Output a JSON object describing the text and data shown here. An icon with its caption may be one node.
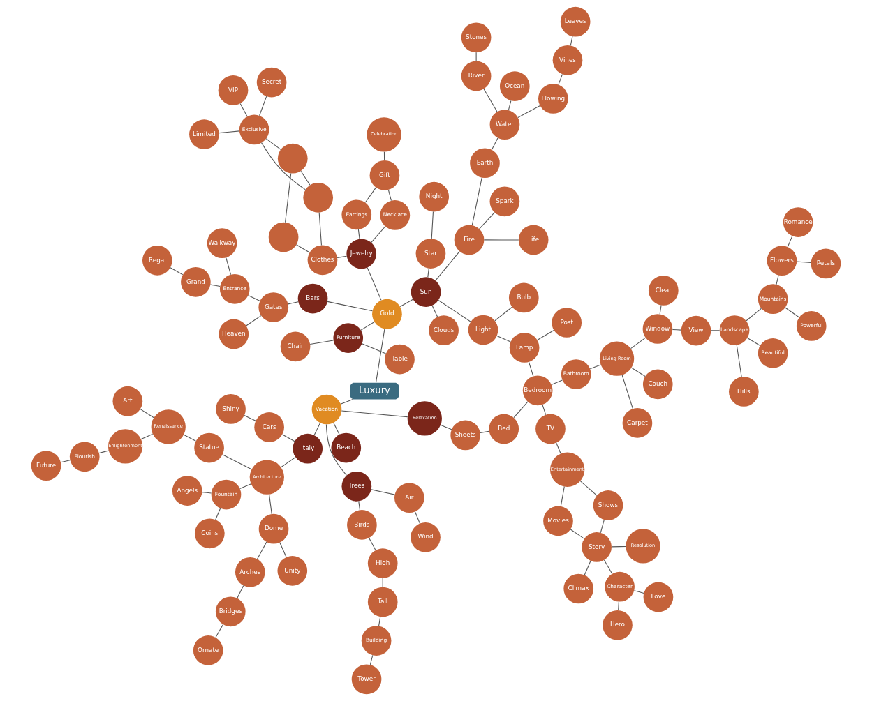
{
  "diagram": {
    "nodes": [
      {
        "text": [
          "Luxury"
        ]
      },
      {
        "text": [
          "Gold"
        ]
      },
      {
        "text": [
          "Vacation"
        ]
      },
      {
        "text": [
          "Jewelry"
        ]
      },
      {
        "text": [
          "Bars"
        ]
      },
      {
        "text": [
          "Sun"
        ]
      },
      {
        "text": [
          "Furniture"
        ]
      },
      {
        "text": [
          "Trees"
        ]
      },
      {
        "text": [
          "Beach"
        ]
      },
      {
        "text": [
          "Italy"
        ]
      },
      {
        "text": [
          "Relaxation"
        ]
      },
      {
        "text": [
          "VIP"
        ]
      },
      {
        "text": [
          "Celebration"
        ]
      },
      {
        "text": [
          "Walkway"
        ]
      },
      {
        "text": [
          "Regal"
        ]
      },
      {
        "text": [
          "Gift"
        ]
      },
      {
        "text": [
          "Heaven"
        ]
      },
      {
        "text": [
          "Entrance"
        ]
      },
      {
        "text": [
          "Grand"
        ]
      },
      {
        "text": [
          "River"
        ]
      },
      {
        "text": [
          "Stones"
        ]
      },
      {
        "text": [
          "Limited"
        ]
      },
      {
        "text": [
          "Exclusive"
        ]
      },
      {
        "text": [
          "Secret"
        ]
      },
      {
        "text": [],
        "shape": "circle"
      },
      {
        "text": [],
        "shape": "circle"
      },
      {
        "text": [
          "Earrings"
        ]
      },
      {
        "text": [
          "Necklace"
        ]
      },
      {
        "text": [
          "Gates"
        ]
      },
      {
        "text": [
          "Life"
        ]
      },
      {
        "text": [
          "Earth"
        ]
      },
      {
        "text": [
          "Water"
        ]
      },
      {
        "text": [
          "Ocean"
        ]
      },
      {
        "text": [],
        "shape": "circle"
      },
      {
        "text": [
          "Clothes"
        ]
      },
      {
        "text": [
          "Clouds"
        ]
      },
      {
        "text": [
          "Fire"
        ]
      },
      {
        "text": [
          "Spark"
        ]
      },
      {
        "text": [
          "Flowing"
        ]
      },
      {
        "text": [
          "Tower"
        ]
      },
      {
        "text": [
          "Chair"
        ]
      },
      {
        "text": [
          "Night"
        ]
      },
      {
        "text": [
          "Star"
        ]
      },
      {
        "text": [
          "Vines"
        ]
      },
      {
        "text": [
          "Couch"
        ]
      },
      {
        "text": [
          "Living Room"
        ]
      },
      {
        "text": [
          "Carpet"
        ]
      },
      {
        "text": [
          "Building"
        ]
      },
      {
        "text": [
          "Wind"
        ]
      },
      {
        "text": [
          "Table"
        ]
      },
      {
        "text": [
          "Light"
        ]
      },
      {
        "text": [
          "Post"
        ]
      },
      {
        "text": [
          "Leaves"
        ]
      },
      {
        "text": [
          "Bathroom"
        ]
      },
      {
        "text": [
          "Window"
        ]
      },
      {
        "text": [
          "Air"
        ]
      },
      {
        "text": [
          "Tall"
        ]
      },
      {
        "text": [
          "Lamp"
        ]
      },
      {
        "text": [
          "Clear"
        ]
      },
      {
        "text": [
          "High"
        ]
      },
      {
        "text": [
          "Birds"
        ]
      },
      {
        "text": [
          "Bulb"
        ]
      },
      {
        "text": [
          "Bedroom"
        ]
      },
      {
        "text": [
          "TV"
        ]
      },
      {
        "text": [
          "View"
        ]
      },
      {
        "text": [
          "Beautiful"
        ]
      },
      {
        "text": [
          "Landscape"
        ]
      },
      {
        "text": [
          "Powerful"
        ]
      },
      {
        "text": [
          "Ornate"
        ]
      },
      {
        "text": [
          "Bridges"
        ]
      },
      {
        "text": [
          "Arches"
        ]
      },
      {
        "text": [
          "Bed"
        ]
      },
      {
        "text": [
          "Entertainment"
        ]
      },
      {
        "text": [
          "Hills"
        ]
      },
      {
        "text": [
          "Mountains"
        ]
      },
      {
        "text": [
          "Unity"
        ]
      },
      {
        "text": [
          "Dome"
        ]
      },
      {
        "text": [
          "Architecture"
        ]
      },
      {
        "text": [
          "Cars"
        ]
      },
      {
        "text": [
          "Sheets"
        ]
      },
      {
        "text": [
          "Future"
        ]
      },
      {
        "text": [
          "Movies"
        ]
      },
      {
        "text": [
          "Shows"
        ]
      },
      {
        "text": [
          "Hero"
        ]
      },
      {
        "text": [
          "Flourish"
        ]
      },
      {
        "text": [
          "Enlightenment"
        ]
      },
      {
        "text": [
          "Statue"
        ]
      },
      {
        "text": [
          "Fountain"
        ]
      },
      {
        "text": [
          "Shiny"
        ]
      },
      {
        "text": [
          "Character"
        ]
      },
      {
        "text": [
          "Story"
        ]
      },
      {
        "text": [
          "Romance"
        ]
      },
      {
        "text": [
          "Flowers"
        ]
      },
      {
        "text": [
          "Art"
        ]
      },
      {
        "text": [
          "Renaissance"
        ]
      },
      {
        "text": [
          "Angels"
        ]
      },
      {
        "text": [
          "Coins"
        ]
      },
      {
        "text": [
          "Love"
        ]
      },
      {
        "text": [
          "Resolution"
        ]
      },
      {
        "text": [
          "Climax"
        ]
      },
      {
        "text": [
          "Petals"
        ]
      }
    ],
    "edges": [
      {
        "from": 0,
        "to": 1,
        "arrow": "none"
      },
      {
        "from": 0,
        "to": 2,
        "arrow": "none"
      },
      {
        "from": 1,
        "to": 3,
        "arrow": "none"
      },
      {
        "from": 1,
        "to": 4,
        "arrow": "none"
      },
      {
        "from": 1,
        "to": 5,
        "arrow": "none"
      },
      {
        "from": 1,
        "to": 6,
        "arrow": "none"
      },
      {
        "from": 3,
        "to": 26,
        "arrow": "none"
      },
      {
        "from": 3,
        "to": 27,
        "arrow": "none"
      },
      {
        "from": 3,
        "to": 34,
        "arrow": "none"
      },
      {
        "from": 26,
        "to": 15,
        "arrow": "none"
      },
      {
        "from": 27,
        "to": 15,
        "arrow": "none"
      },
      {
        "from": 15,
        "to": 12,
        "arrow": "none"
      },
      {
        "from": 34,
        "to": 25,
        "arrow": "none"
      },
      {
        "from": 34,
        "to": 33,
        "arrow": "none"
      },
      {
        "from": 33,
        "to": 24,
        "arrow": "none"
      },
      {
        "from": 24,
        "to": 25,
        "arrow": "none"
      },
      {
        "from": 24,
        "to": 22,
        "arrow": "none"
      },
      {
        "from": 25,
        "to": 22,
        "arrow": "none"
      },
      {
        "from": 22,
        "to": 11,
        "arrow": "none"
      },
      {
        "from": 22,
        "to": 21,
        "arrow": "none"
      },
      {
        "from": 22,
        "to": 23,
        "arrow": "none"
      },
      {
        "from": 4,
        "to": 28,
        "arrow": "none"
      },
      {
        "from": 28,
        "to": 16,
        "arrow": "none"
      },
      {
        "from": 28,
        "to": 17,
        "arrow": "none"
      },
      {
        "from": 17,
        "to": 13,
        "arrow": "none"
      },
      {
        "from": 17,
        "to": 18,
        "arrow": "none"
      },
      {
        "from": 18,
        "to": 14,
        "arrow": "none"
      },
      {
        "from": 5,
        "to": 35,
        "arrow": "none"
      },
      {
        "from": 5,
        "to": 36,
        "arrow": "none"
      },
      {
        "from": 5,
        "to": 42,
        "arrow": "none"
      },
      {
        "from": 5,
        "to": 50,
        "arrow": "none"
      },
      {
        "from": 36,
        "to": 29,
        "arrow": "none"
      },
      {
        "from": 36,
        "to": 30,
        "arrow": "none"
      },
      {
        "from": 36,
        "to": 37,
        "arrow": "none"
      },
      {
        "from": 30,
        "to": 31,
        "arrow": "none"
      },
      {
        "from": 31,
        "to": 19,
        "arrow": "none"
      },
      {
        "from": 19,
        "to": 20,
        "arrow": "none"
      },
      {
        "from": 31,
        "to": 32,
        "arrow": "none"
      },
      {
        "from": 31,
        "to": 38,
        "arrow": "none"
      },
      {
        "from": 38,
        "to": 43,
        "arrow": "none"
      },
      {
        "from": 43,
        "to": 52,
        "arrow": "none"
      },
      {
        "from": 42,
        "to": 41,
        "arrow": "none"
      },
      {
        "from": 6,
        "to": 40,
        "arrow": "none"
      },
      {
        "from": 6,
        "to": 49,
        "arrow": "none"
      },
      {
        "from": 2,
        "to": 7,
        "arrow": "none"
      },
      {
        "from": 2,
        "to": 8,
        "arrow": "none"
      },
      {
        "from": 2,
        "to": 9,
        "arrow": "none"
      },
      {
        "from": 2,
        "to": 10,
        "arrow": "none"
      },
      {
        "from": 7,
        "to": 55,
        "arrow": "none"
      },
      {
        "from": 7,
        "to": 60,
        "arrow": "none"
      },
      {
        "from": 55,
        "to": 48,
        "arrow": "none"
      },
      {
        "from": 60,
        "to": 59,
        "arrow": "none"
      },
      {
        "from": 59,
        "to": 56,
        "arrow": "none"
      },
      {
        "from": 56,
        "to": 47,
        "arrow": "none"
      },
      {
        "from": 47,
        "to": 39,
        "arrow": "none"
      },
      {
        "from": 50,
        "to": 61,
        "arrow": "none"
      },
      {
        "from": 50,
        "to": 57,
        "arrow": "none"
      },
      {
        "from": 57,
        "to": 51,
        "arrow": "none"
      },
      {
        "from": 57,
        "to": 62,
        "arrow": "none"
      },
      {
        "from": 62,
        "to": 53,
        "arrow": "none"
      },
      {
        "from": 62,
        "to": 63,
        "arrow": "none"
      },
      {
        "from": 62,
        "to": 71,
        "arrow": "none"
      },
      {
        "from": 53,
        "to": 45,
        "arrow": "none"
      },
      {
        "from": 45,
        "to": 44,
        "arrow": "none"
      },
      {
        "from": 45,
        "to": 46,
        "arrow": "none"
      },
      {
        "from": 45,
        "to": 54,
        "arrow": "none"
      },
      {
        "from": 54,
        "to": 58,
        "arrow": "none"
      },
      {
        "from": 54,
        "to": 64,
        "arrow": "none"
      },
      {
        "from": 64,
        "to": 66,
        "arrow": "none"
      },
      {
        "from": 66,
        "to": 65,
        "arrow": "none"
      },
      {
        "from": 66,
        "to": 73,
        "arrow": "none"
      },
      {
        "from": 66,
        "to": 74,
        "arrow": "none"
      },
      {
        "from": 74,
        "to": 67,
        "arrow": "none"
      },
      {
        "from": 74,
        "to": 92,
        "arrow": "none"
      },
      {
        "from": 92,
        "to": 91,
        "arrow": "none"
      },
      {
        "from": 92,
        "to": 100,
        "arrow": "none"
      },
      {
        "from": 63,
        "to": 72,
        "arrow": "none"
      },
      {
        "from": 72,
        "to": 81,
        "arrow": "none"
      },
      {
        "from": 72,
        "to": 82,
        "arrow": "none"
      },
      {
        "from": 81,
        "to": 90,
        "arrow": "none"
      },
      {
        "from": 82,
        "to": 90,
        "arrow": "none"
      },
      {
        "from": 90,
        "to": 89,
        "arrow": "none"
      },
      {
        "from": 90,
        "to": 98,
        "arrow": "none"
      },
      {
        "from": 90,
        "to": 99,
        "arrow": "none"
      },
      {
        "from": 89,
        "to": 83,
        "arrow": "none"
      },
      {
        "from": 89,
        "to": 97,
        "arrow": "none"
      },
      {
        "from": 10,
        "to": 79,
        "arrow": "none"
      },
      {
        "from": 79,
        "to": 71,
        "arrow": "none"
      },
      {
        "from": 9,
        "to": 77,
        "arrow": "none"
      },
      {
        "from": 9,
        "to": 78,
        "arrow": "none"
      },
      {
        "from": 78,
        "to": 88,
        "arrow": "none"
      },
      {
        "from": 77,
        "to": 76,
        "arrow": "none"
      },
      {
        "from": 77,
        "to": 86,
        "arrow": "none"
      },
      {
        "from": 77,
        "to": 87,
        "arrow": "none"
      },
      {
        "from": 76,
        "to": 75,
        "arrow": "none"
      },
      {
        "from": 76,
        "to": 70,
        "arrow": "none"
      },
      {
        "from": 70,
        "to": 69,
        "arrow": "none"
      },
      {
        "from": 69,
        "to": 68,
        "arrow": "none"
      },
      {
        "from": 86,
        "to": 94,
        "arrow": "none"
      },
      {
        "from": 94,
        "to": 93,
        "arrow": "none"
      },
      {
        "from": 94,
        "to": 85,
        "arrow": "none"
      },
      {
        "from": 85,
        "to": 84,
        "arrow": "none"
      },
      {
        "from": 84,
        "to": 80,
        "arrow": "none"
      },
      {
        "from": 87,
        "to": 95,
        "arrow": "none"
      },
      {
        "from": 87,
        "to": 96,
        "arrow": "none"
      }
    ]
  }
}
